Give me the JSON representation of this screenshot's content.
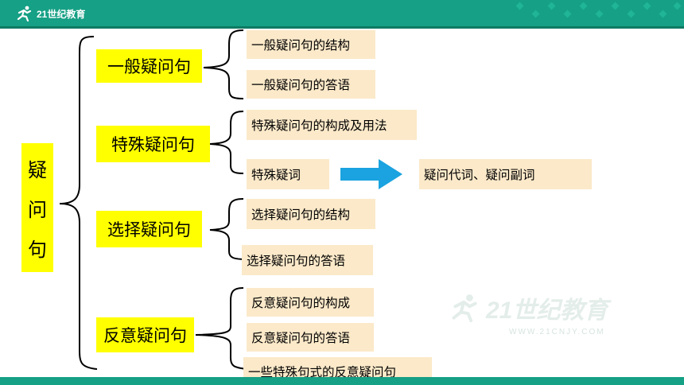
{
  "header": {
    "logo_text": "21世纪教育",
    "colors": {
      "bar": "#16a085",
      "highlight": "#ffff00",
      "leaf_fill": "#fbe9c9",
      "arrow": "#1aa3e0"
    }
  },
  "watermark": {
    "text": "21世纪教育",
    "sub": "WWW.21CNJY.COM"
  },
  "root": {
    "chars": [
      "疑",
      "问",
      "句"
    ]
  },
  "categories": [
    {
      "label": "一般疑问句",
      "items": [
        "一般疑问句的结构",
        "一般疑问句的答语"
      ]
    },
    {
      "label": "特殊疑问句",
      "items": [
        "特殊疑问句的构成及用法",
        "特殊疑词"
      ],
      "arrow_target": "疑问代词、疑问副词"
    },
    {
      "label": "选择疑问句",
      "items": [
        "选择疑问句的结构",
        "选择疑问句的答语"
      ]
    },
    {
      "label": "反意疑问句",
      "items": [
        "反意疑问句的构成",
        "反意疑问句的答语",
        "一些特殊句式的反意疑问句"
      ]
    }
  ]
}
